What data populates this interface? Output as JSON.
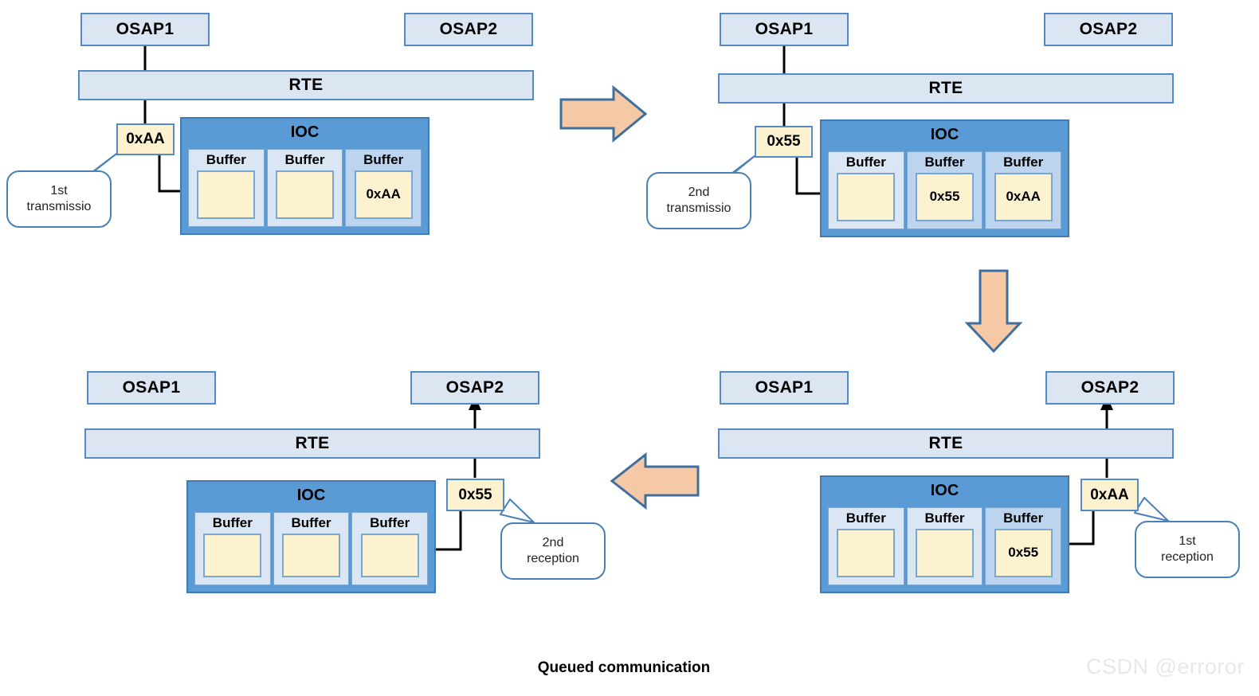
{
  "caption": {
    "text": "Queued communication"
  },
  "watermark": {
    "text": "CSDN @erroror"
  },
  "labels": {
    "osap1": "OSAP1",
    "osap2": "OSAP2",
    "rte": "RTE",
    "ioc": "IOC",
    "buffer": "Buffer"
  },
  "colors": {
    "box_fill": "#dce6f3",
    "box_border": "#548ac6",
    "ioc_fill": "#5b9bd5",
    "buffer_fill": "#dae6f4",
    "buffer_filled_fill": "#bcd4ed",
    "slot_fill": "#fdf2cf",
    "arrow_fill": "#f6c9a6",
    "arrow_border": "#3f6f9f",
    "connector": "#000000",
    "watermark": "#e8e8e8"
  },
  "panels": [
    {
      "id": "top-left",
      "osap1": "OSAP1",
      "osap2": "OSAP2",
      "rte": "RTE",
      "ioc": "IOC",
      "value_box": "0xAA",
      "buffers": [
        {
          "label": "Buffer",
          "value": "",
          "filled": false
        },
        {
          "label": "Buffer",
          "value": "",
          "filled": false
        },
        {
          "label": "Buffer",
          "value": "0xAA",
          "filled": true
        }
      ],
      "callout": {
        "line1": "1st",
        "line2": "transmissio"
      }
    },
    {
      "id": "top-right",
      "osap1": "OSAP1",
      "osap2": "OSAP2",
      "rte": "RTE",
      "ioc": "IOC",
      "value_box": "0x55",
      "buffers": [
        {
          "label": "Buffer",
          "value": "",
          "filled": false
        },
        {
          "label": "Buffer",
          "value": "0x55",
          "filled": true
        },
        {
          "label": "Buffer",
          "value": "0xAA",
          "filled": true
        }
      ],
      "callout": {
        "line1": "2nd",
        "line2": "transmissio"
      }
    },
    {
      "id": "bottom-right",
      "osap1": "OSAP1",
      "osap2": "OSAP2",
      "rte": "RTE",
      "ioc": "IOC",
      "value_box": "0xAA",
      "buffers": [
        {
          "label": "Buffer",
          "value": "",
          "filled": false
        },
        {
          "label": "Buffer",
          "value": "",
          "filled": false
        },
        {
          "label": "Buffer",
          "value": "0x55",
          "filled": true
        }
      ],
      "callout": {
        "line1": "1st",
        "line2": "reception"
      }
    },
    {
      "id": "bottom-left",
      "osap1": "OSAP1",
      "osap2": "OSAP2",
      "rte": "RTE",
      "ioc": "IOC",
      "value_box": "0x55",
      "buffers": [
        {
          "label": "Buffer",
          "value": "",
          "filled": false
        },
        {
          "label": "Buffer",
          "value": "",
          "filled": false
        },
        {
          "label": "Buffer",
          "value": "",
          "filled": false
        }
      ],
      "callout": {
        "line1": "2nd",
        "line2": "reception"
      }
    }
  ],
  "flow_arrows": [
    {
      "name": "arrow-right-top",
      "direction": "right"
    },
    {
      "name": "arrow-down-right",
      "direction": "down"
    },
    {
      "name": "arrow-left-bottom",
      "direction": "left"
    }
  ]
}
